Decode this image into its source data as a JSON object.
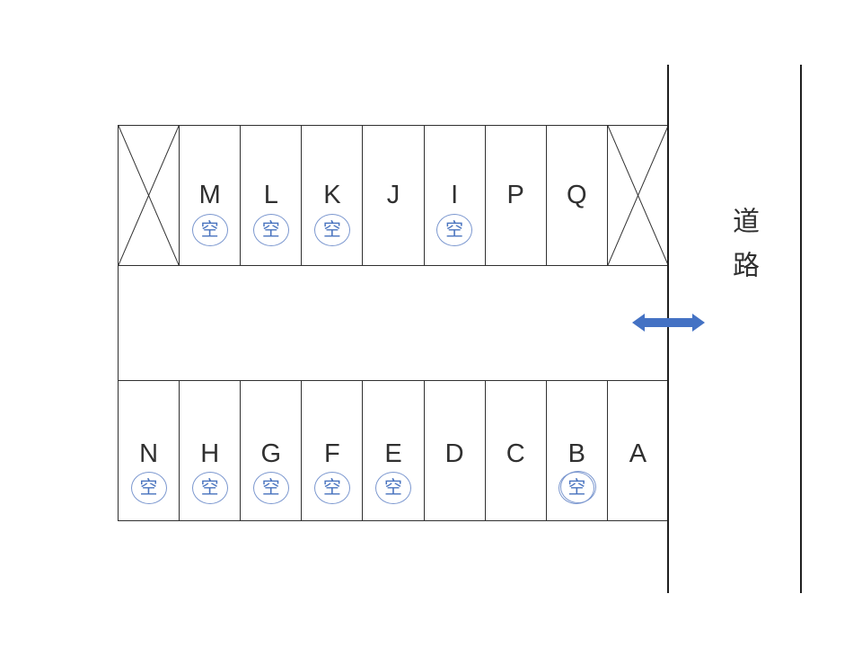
{
  "labels": {
    "vacant": "空",
    "road": "道路"
  },
  "colors": {
    "accent_blue": "#4472C4",
    "arrow_edge": "#3a62a7",
    "badge_blue": "#4a74bf",
    "line_dark": "#303030"
  },
  "rows": [
    {
      "position": "top",
      "spots": [
        {
          "blocked": true
        },
        {
          "label": "M",
          "vacant": true
        },
        {
          "label": "L",
          "vacant": true
        },
        {
          "label": "K",
          "vacant": true
        },
        {
          "label": "J"
        },
        {
          "label": "I",
          "vacant": true
        },
        {
          "label": "P"
        },
        {
          "label": "Q"
        },
        {
          "blocked": true
        }
      ]
    },
    {
      "position": "bottom",
      "spots": [
        {
          "label": "N",
          "vacant": true
        },
        {
          "label": "H",
          "vacant": true
        },
        {
          "label": "G",
          "vacant": true
        },
        {
          "label": "F",
          "vacant": true
        },
        {
          "label": "E",
          "vacant": true
        },
        {
          "label": "D"
        },
        {
          "label": "C"
        },
        {
          "label": "B",
          "vacant": true,
          "double_ring": true
        },
        {
          "label": "A"
        }
      ]
    }
  ]
}
